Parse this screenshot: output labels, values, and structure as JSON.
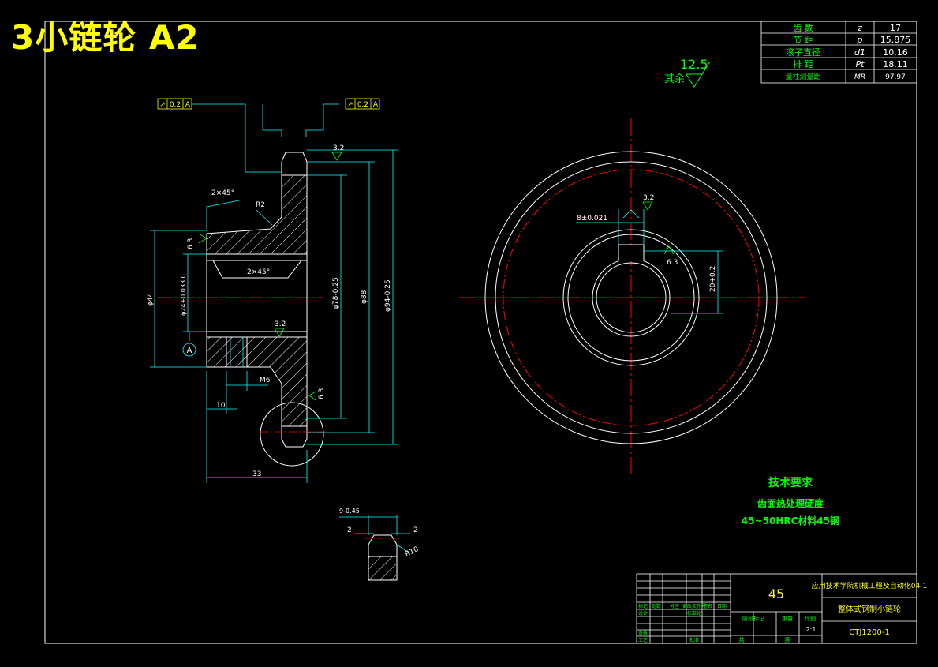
{
  "sheet_title": "3小链轮  A2",
  "params_table": {
    "rows": [
      {
        "label": "齿    数",
        "symbol": "z",
        "value": "17"
      },
      {
        "label": "节    距",
        "symbol": "p",
        "value": "15.875"
      },
      {
        "label": "滚子直径",
        "symbol": "d1",
        "value": "10.16"
      },
      {
        "label": "排    距",
        "symbol": "Pt",
        "value": "18.11"
      },
      {
        "label": "量柱测量距",
        "symbol": "MR",
        "value": "97.97"
      }
    ]
  },
  "surface_rest": {
    "label": "其余",
    "value": "12.5"
  },
  "tolerance_frames": [
    {
      "symbol": "↗",
      "value": "0.2",
      "datum": "A"
    },
    {
      "symbol": "↗",
      "value": "0.2",
      "datum": "A"
    }
  ],
  "section_view": {
    "chamfer_top": "2×45°",
    "radius": "R2",
    "chamfer_bore": "2×45°",
    "roughness_teeth": "3.2",
    "roughness_left": "6.3",
    "roughness_bore": "3.2",
    "roughness_right": "6.3",
    "dia_hub": "φ44",
    "dia_bore": "φ24+0.033 0",
    "dia_root": "φ78-0.25",
    "dia_pitch": "φ88",
    "dia_outer": "φ94-0.25",
    "datum_label": "A",
    "thread": "M6",
    "dim_10": "10",
    "dim_33": "33"
  },
  "tooth_detail": {
    "width": "9-0.45",
    "left": "2",
    "right": "2",
    "radius": "R10"
  },
  "front_view": {
    "keyway_width": "8±0.021",
    "roughness_key": "3.2",
    "roughness_side": "6.3",
    "keyway_depth": "20+0.2"
  },
  "notes": {
    "title": "技术要求",
    "line1": "齿面热处理硬度",
    "line2": "45~50HRC材料45钢"
  },
  "title_block": {
    "material": "45",
    "school": "应用技术学院机械工程及自动化04-1",
    "part_name": "整体式钢制小链轮",
    "drawing_no": "CTJ1200-1",
    "scale": "2:1",
    "stage_label": "阶段标记",
    "weight_label": "重量",
    "scale_label": "比例",
    "design_label": "设计",
    "review_label": "审核",
    "process_label": "工艺",
    "std_label": "标准化",
    "approve_label": "批准",
    "sheets_label": "共",
    "sheet_label": "第",
    "mark_label": "标记",
    "count_label": "处数",
    "zone_label": "分区",
    "change_label": "更改文件号",
    "sign_label": "签名",
    "date_label": "日期"
  }
}
